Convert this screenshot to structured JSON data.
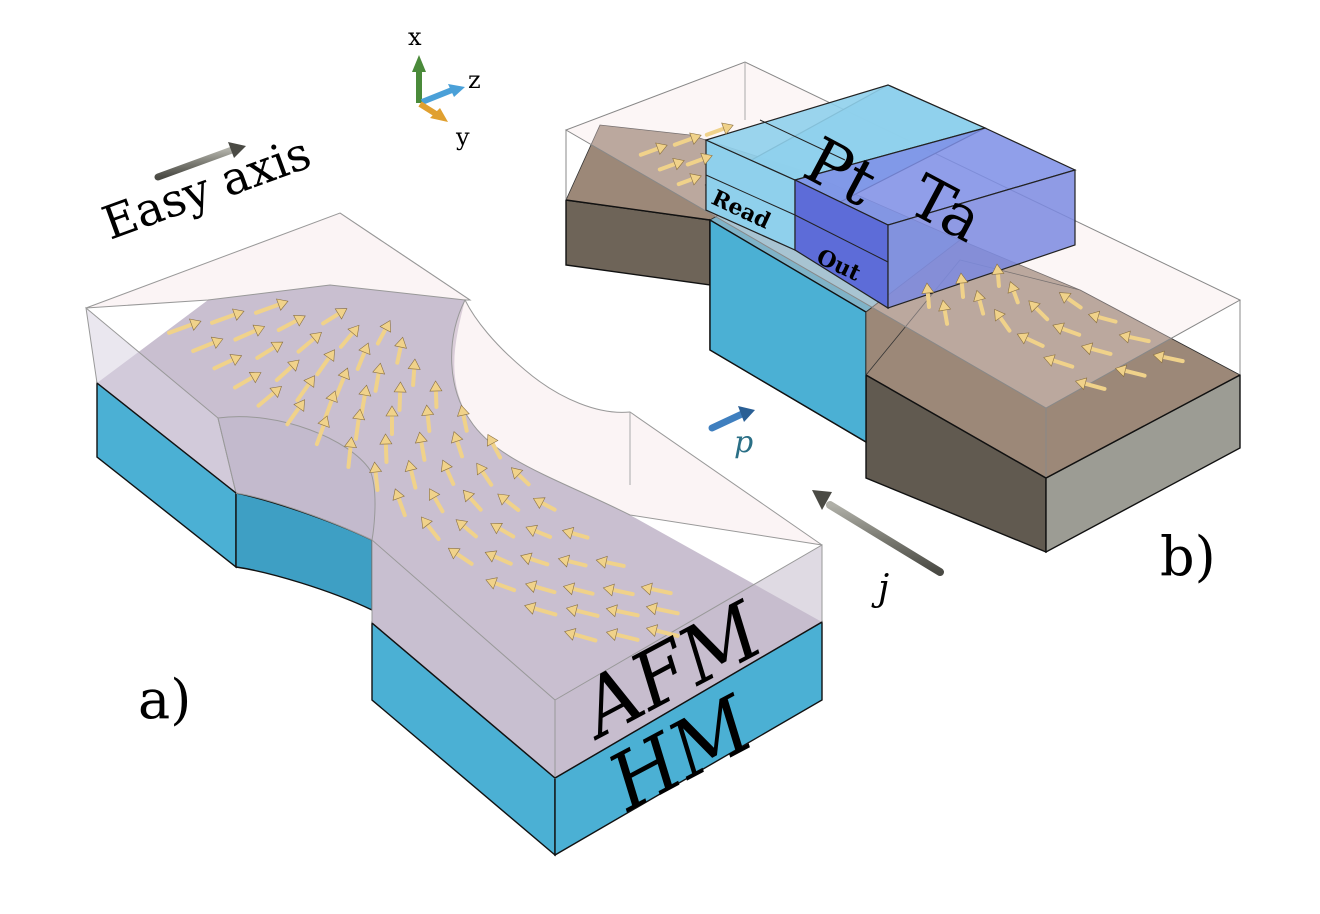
{
  "axes": {
    "x_label": "x",
    "y_label": "y",
    "z_label": "z"
  },
  "labels": {
    "easy_axis": "Easy axis",
    "panel_a": "a)",
    "panel_b": "b)",
    "afm": "AFM",
    "hm": "HM",
    "pt": "Pt",
    "ta": "Ta",
    "read": "Read",
    "out": "Out",
    "p": "p",
    "j": "j"
  },
  "colors": {
    "hm_blue": "#4bb0d4",
    "afm_overlay": "#f6e4e6",
    "afm_top": "#bfb4c8",
    "arrow_gold": "#f0d28a",
    "gray_arrow": "#8a8a80",
    "domain_brown": "#9c8878",
    "domain_brown_side": "#6e6458",
    "pt_blue": "#8fd0ec",
    "ta_purple": "#7d8ee6",
    "p_arrow": "#3f7fbf",
    "p_text": "#2a6f86",
    "axis_x": "#4a8a3a",
    "axis_z": "#4aa0d8",
    "axis_y": "#e0a030"
  }
}
